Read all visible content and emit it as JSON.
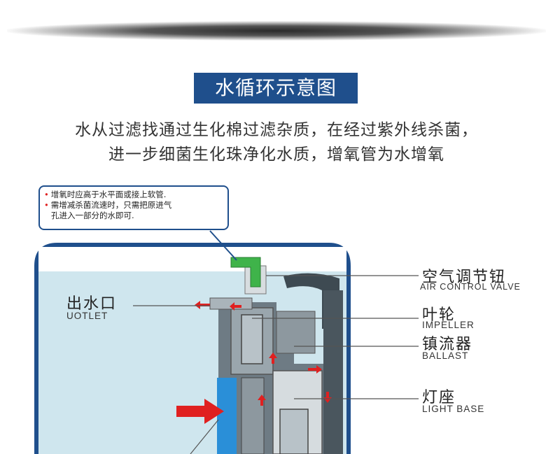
{
  "title": "水循环示意图",
  "subtitle_lines": [
    "水从过滤找通过生化棉过滤杂质，在经过紫外线杀菌，",
    "进一步细菌生化珠净化水质，增氧管为水增氧"
  ],
  "note": {
    "items": [
      "增氧时应高于水平面或接上软管.",
      "需增减杀菌流速时，只需把原进气",
      "孔进入一部分的水即可."
    ]
  },
  "labels": {
    "outlet": {
      "cn": "出水口",
      "en": "UOTLET"
    },
    "air_valve": {
      "cn": "空气调节钮",
      "en": "AIR CONTROL VALVE"
    },
    "impeller": {
      "cn": "叶轮",
      "en": "IMPELLER"
    },
    "ballast": {
      "cn": "镇流器",
      "en": "BALLAST"
    },
    "light_base": {
      "cn": "灯座",
      "en": "LIGHT BASE"
    }
  },
  "colors": {
    "title_bg": "#1f4f8c",
    "tank_border": "#1f4f8c",
    "water": "#cfe6ee",
    "arrow": "#e02020",
    "inlet": "#2a8fd8"
  }
}
